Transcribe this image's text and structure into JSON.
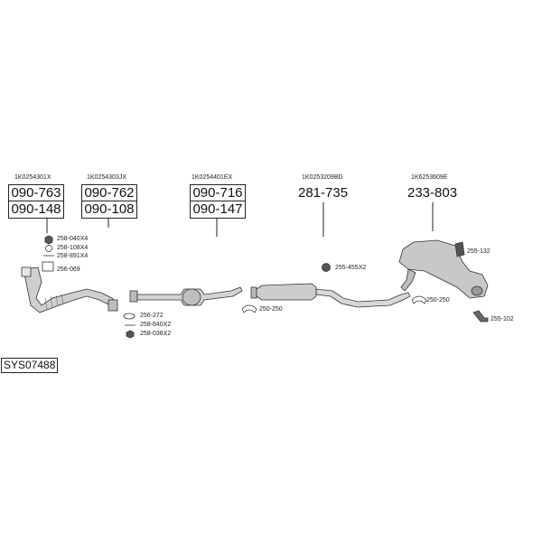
{
  "oe_numbers": [
    "1K0254301X",
    "1K0254303JX",
    "1K0254401EX",
    "1K0253209BD",
    "1K6253609E"
  ],
  "part_boxes": {
    "col1_top": "090-763",
    "col1_bottom": "090-148",
    "col2_top": "090-762",
    "col2_bottom": "090-108",
    "col3_top": "090-716",
    "col3_bottom": "090-147"
  },
  "big_numbers": {
    "mid_pipe": "281-735",
    "rear_silencer": "233-803"
  },
  "small_parts": {
    "p1": "258-040X4",
    "p2": "258-108X4",
    "p3": "258-891X4",
    "p4": "256-069",
    "p5": "256-272",
    "p6": "258-840X2",
    "p7": "258-038X2",
    "p8": "250-250",
    "p9": "255-455X2",
    "p10": "255-132",
    "p11": "250-250",
    "p12": "255-102"
  },
  "system_code": "SYS07488"
}
